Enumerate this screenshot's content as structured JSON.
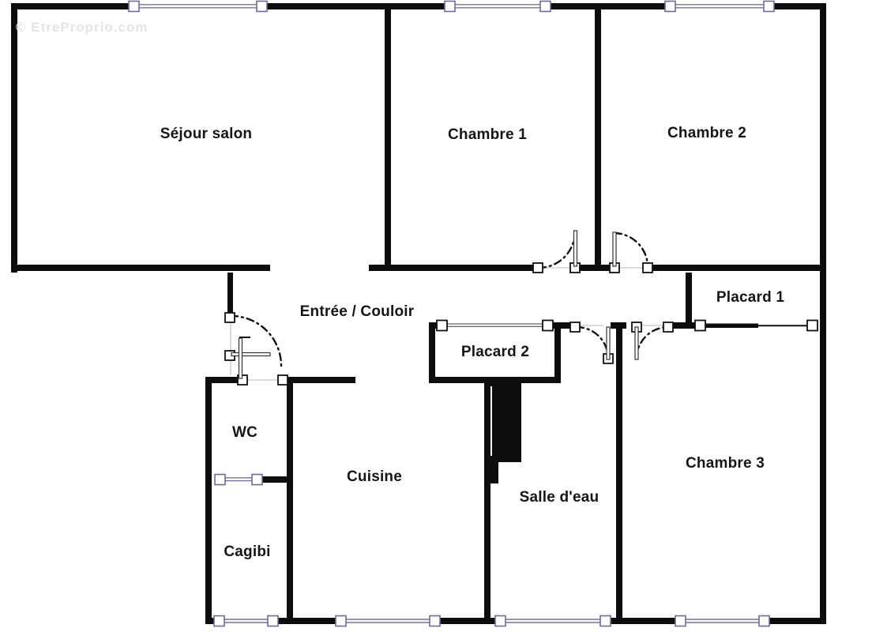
{
  "watermark": "© EtreProprio.com",
  "rooms": {
    "sejour": {
      "label": "Séjour salon"
    },
    "chambre1": {
      "label": "Chambre 1"
    },
    "chambre2": {
      "label": "Chambre 2"
    },
    "chambre3": {
      "label": "Chambre 3"
    },
    "entree": {
      "label": "Entrée / Couloir"
    },
    "placard1": {
      "label": "Placard 1"
    },
    "placard2": {
      "label": "Placard 2"
    },
    "wc": {
      "label": "WC"
    },
    "cuisine": {
      "label": "Cuisine"
    },
    "cagibi": {
      "label": "Cagibi"
    },
    "salle_eau": {
      "label": "Salle d'eau"
    }
  },
  "colors": {
    "wall": "#0d0d0d",
    "window_frame": "#6a6a9c",
    "door_arc": "#111111",
    "label_text": "#151515",
    "watermark_text": "#e4e4e8"
  }
}
